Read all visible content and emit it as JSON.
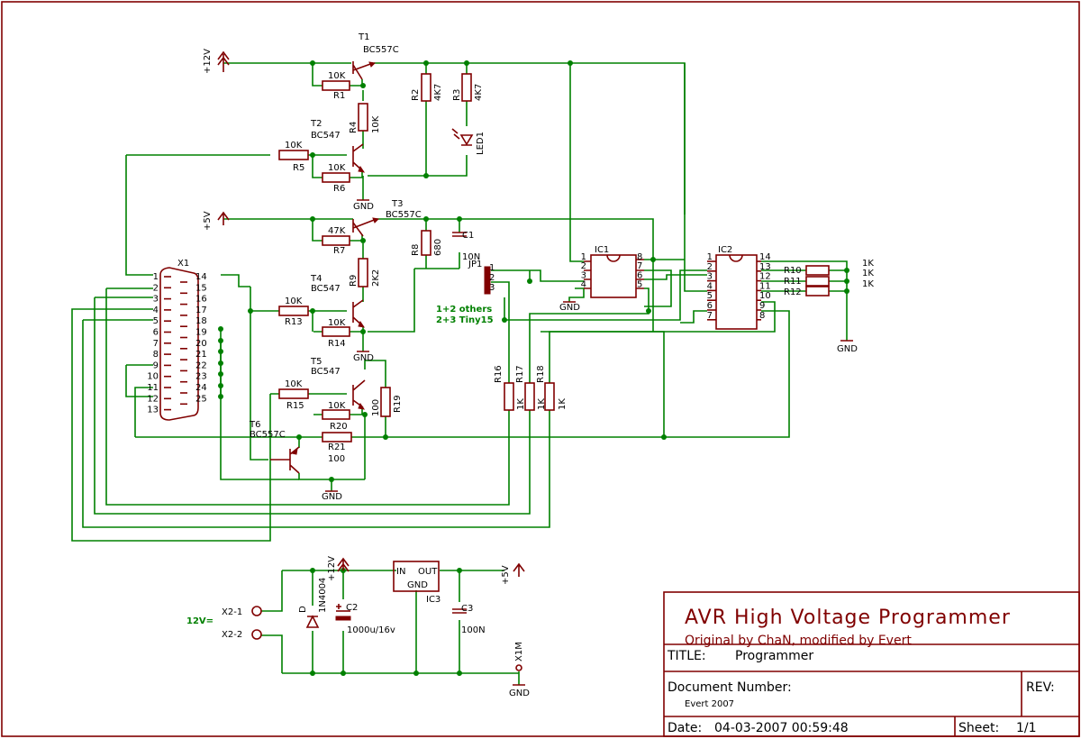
{
  "colors": {
    "wire": "#008000",
    "component": "#800000",
    "frame": "#800000",
    "text": "#000000"
  },
  "title_block": {
    "heading": "AVR High Voltage Programmer",
    "subheading": "Original by ChaN, modified by Evert",
    "title_label": "TITLE:",
    "title_value": "Programmer",
    "docnum_label": "Document Number:",
    "docnum_value": "Evert 2007",
    "rev_label": "REV:",
    "date_label": "Date:",
    "date_value": "04-03-2007 00:59:48",
    "sheet_label": "Sheet:",
    "sheet_value": "1/1"
  },
  "supplies": {
    "v12": "+12V",
    "v5": "+5V",
    "gnd": "GND",
    "input": "12V="
  },
  "transistors": {
    "t1": {
      "name": "T1",
      "part": "BC557C"
    },
    "t2": {
      "name": "T2",
      "part": "BC547"
    },
    "t3": {
      "name": "T3",
      "part": "BC557C"
    },
    "t4": {
      "name": "T4",
      "part": "BC547"
    },
    "t5": {
      "name": "T5",
      "part": "BC547"
    },
    "t6": {
      "name": "T6",
      "part": "BC557C"
    }
  },
  "resistors": {
    "r1": {
      "name": "R1",
      "value": "10K"
    },
    "r2": {
      "name": "R2",
      "value": "4K7"
    },
    "r3": {
      "name": "R3",
      "value": "4K7"
    },
    "r4": {
      "name": "R4",
      "value": "10K"
    },
    "r5": {
      "name": "R5",
      "value": "10K"
    },
    "r6": {
      "name": "R6",
      "value": "10K"
    },
    "r7": {
      "name": "R7",
      "value": "47K"
    },
    "r8": {
      "name": "R8",
      "value": "680"
    },
    "r9": {
      "name": "R9",
      "value": "2K2"
    },
    "r13": {
      "name": "R13",
      "value": "10K"
    },
    "r14": {
      "name": "R14",
      "value": "10K"
    },
    "r15": {
      "name": "R15",
      "value": "10K"
    },
    "r16": {
      "name": "R16",
      "value": "1K"
    },
    "r17": {
      "name": "R17",
      "value": "1K"
    },
    "r18": {
      "name": "R18",
      "value": "1K"
    },
    "r19": {
      "name": "R19",
      "value": "100"
    },
    "r20": {
      "name": "R20",
      "value": "10K"
    },
    "r21": {
      "name": "R21",
      "value": "100"
    },
    "r10": {
      "name": "R10",
      "value": "1K"
    },
    "r11": {
      "name": "R11",
      "value": "1K"
    },
    "r12": {
      "name": "R12",
      "value": "1K"
    }
  },
  "capacitors": {
    "c1": {
      "name": "C1",
      "value": "10N"
    },
    "c2": {
      "name": "C2",
      "value": "1000u/16v"
    },
    "c3": {
      "name": "C3",
      "value": "100N"
    }
  },
  "others": {
    "led1": "LED1",
    "diode_name": "D",
    "diode_part": "1N4004",
    "ic1": "IC1",
    "ic2": "IC2",
    "ic3": "IC3",
    "ic3_in": "IN",
    "ic3_out": "OUT",
    "ic3_gnd": "GND",
    "x1": "X1",
    "x1m": "X1M",
    "x2_1": "X2-1",
    "x2_2": "X2-2",
    "jp1": "JP1",
    "jp_note1": "1+2 others",
    "jp_note2": "2+3 Tiny15"
  },
  "pins": {
    "x1_left": [
      "1",
      "2",
      "3",
      "4",
      "5",
      "6",
      "7",
      "8",
      "9",
      "10",
      "11",
      "12",
      "13"
    ],
    "x1_right": [
      "14",
      "15",
      "16",
      "17",
      "18",
      "19",
      "20",
      "21",
      "22",
      "23",
      "24",
      "25"
    ],
    "ic_left": [
      "1",
      "2",
      "3",
      "4"
    ],
    "ic_right": [
      "8",
      "7",
      "6",
      "5"
    ],
    "ic2_left": [
      "1",
      "2",
      "3",
      "4",
      "5",
      "6",
      "7"
    ],
    "ic2_right": [
      "14",
      "13",
      "12",
      "11",
      "10",
      "9",
      "8"
    ],
    "jp": [
      "1",
      "2",
      "3"
    ]
  }
}
